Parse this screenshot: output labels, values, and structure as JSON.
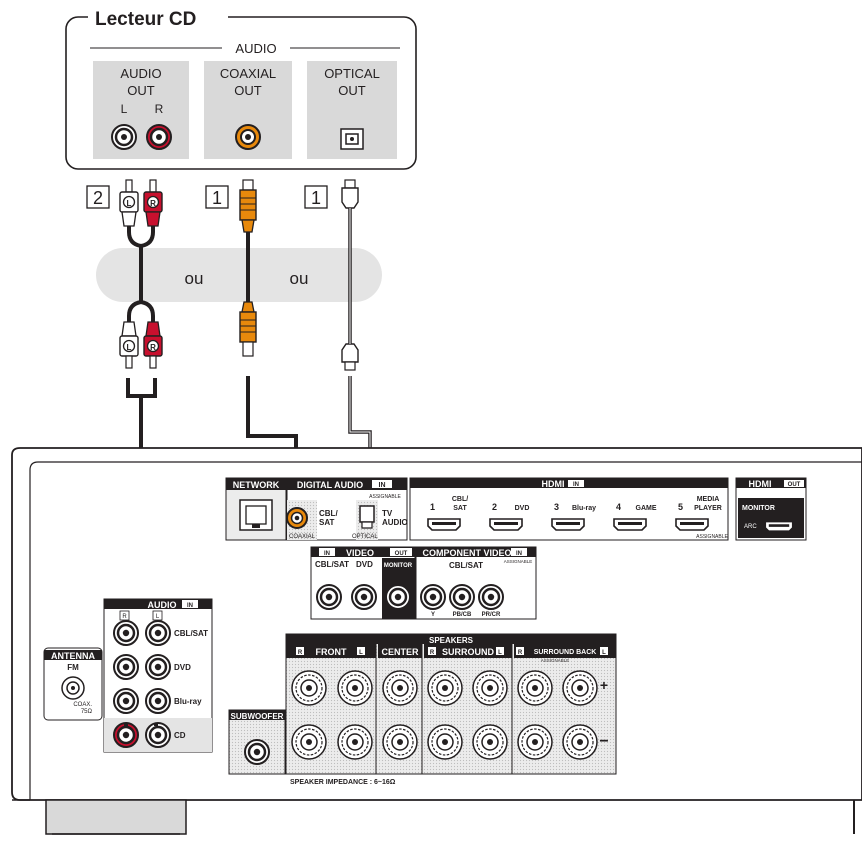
{
  "source_device": {
    "title": "Lecteur CD",
    "section": "AUDIO",
    "audio_out": {
      "line1": "AUDIO",
      "line2": "OUT",
      "left": "L",
      "right": "R"
    },
    "coaxial_out": {
      "line1": "COAXIAL",
      "line2": "OUT"
    },
    "optical_out": {
      "line1": "OPTICAL",
      "line2": "OUT"
    }
  },
  "cables": {
    "analog_step": "2",
    "coaxial_step": "1",
    "optical_step": "1",
    "plug_left": "L",
    "plug_right": "R",
    "or_1": "ou",
    "or_2": "ou"
  },
  "receiver": {
    "network": "NETWORK",
    "digital_audio": "DIGITAL AUDIO",
    "in_badge": "IN",
    "assignable": "ASSIGNABLE",
    "coax_input": {
      "line1": "CBL/",
      "line2": "SAT",
      "bottom": "COAXIAL"
    },
    "optical_input": {
      "line1": "TV",
      "line2": "AUDIO",
      "bottom": "OPTICAL"
    },
    "hdmi_in": {
      "title": "HDMI",
      "badge": "IN",
      "inputs": [
        {
          "num": "1",
          "line1": "CBL/",
          "line2": "SAT"
        },
        {
          "num": "2",
          "line1": "",
          "line2": "DVD"
        },
        {
          "num": "3",
          "line1": "",
          "line2": "Blu-ray"
        },
        {
          "num": "4",
          "line1": "",
          "line2": "GAME"
        },
        {
          "num": "5",
          "line1": "MEDIA",
          "line2": "PLAYER"
        }
      ],
      "assignable": "ASSIGNABLE"
    },
    "hdmi_out": {
      "title": "HDMI",
      "badge": "OUT",
      "monitor": "MONITOR",
      "arc": "ARC"
    },
    "video": {
      "in_badge": "IN",
      "title": "VIDEO",
      "out_badge": "OUT",
      "cbl": "CBL/SAT",
      "dvd": "DVD",
      "monitor": "MONITOR"
    },
    "component": {
      "title": "COMPONENT VIDEO",
      "badge": "IN",
      "cbl": "CBL/SAT",
      "assignable": "ASSIGNABLE",
      "y": "Y",
      "pb": "PB/CB",
      "pr": "PR/CR"
    },
    "audio_in": {
      "title": "AUDIO",
      "badge": "IN",
      "r": "R",
      "l": "L",
      "inputs": [
        "CBL/SAT",
        "DVD",
        "Blu-ray",
        "CD"
      ]
    },
    "antenna": {
      "title": "ANTENNA",
      "fm": "FM",
      "coax": "COAX.",
      "ohm": "75Ω"
    },
    "subwoofer": "SUBWOOFER",
    "speakers": {
      "title": "SPEAKERS",
      "front": "FRONT",
      "center": "CENTER",
      "surround": "SURROUND",
      "surround_back": "SURROUND BACK",
      "assignable": "ASSIGNABLE",
      "r": "R",
      "l": "L",
      "plus": "+",
      "minus": "−",
      "impedance": "SPEAKER IMPEDANCE : 6~16Ω"
    }
  },
  "colors": {
    "red_jack": "#c8102e",
    "orange_jack": "#e8890c",
    "panel_gray": "#d9d9d9",
    "dark": "#231f20"
  }
}
